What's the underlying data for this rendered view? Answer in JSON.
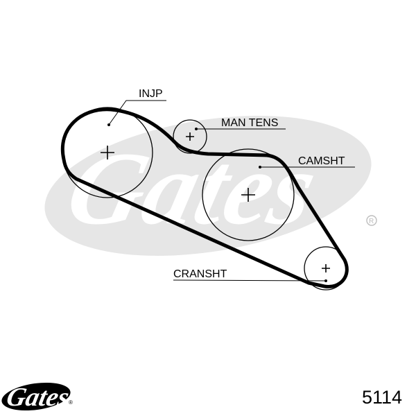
{
  "diagram": {
    "labels": {
      "injection_pump": "INJP",
      "manual_tensioner": "MAN TENS",
      "camshaft": "CAMSHT",
      "crankshaft": "CRANSHT"
    }
  },
  "part_number": "5114",
  "brand": {
    "logo": "Gates",
    "registered_mark": "®"
  },
  "colors": {
    "belt": "#000000",
    "watermark": "#e6e6e6"
  }
}
